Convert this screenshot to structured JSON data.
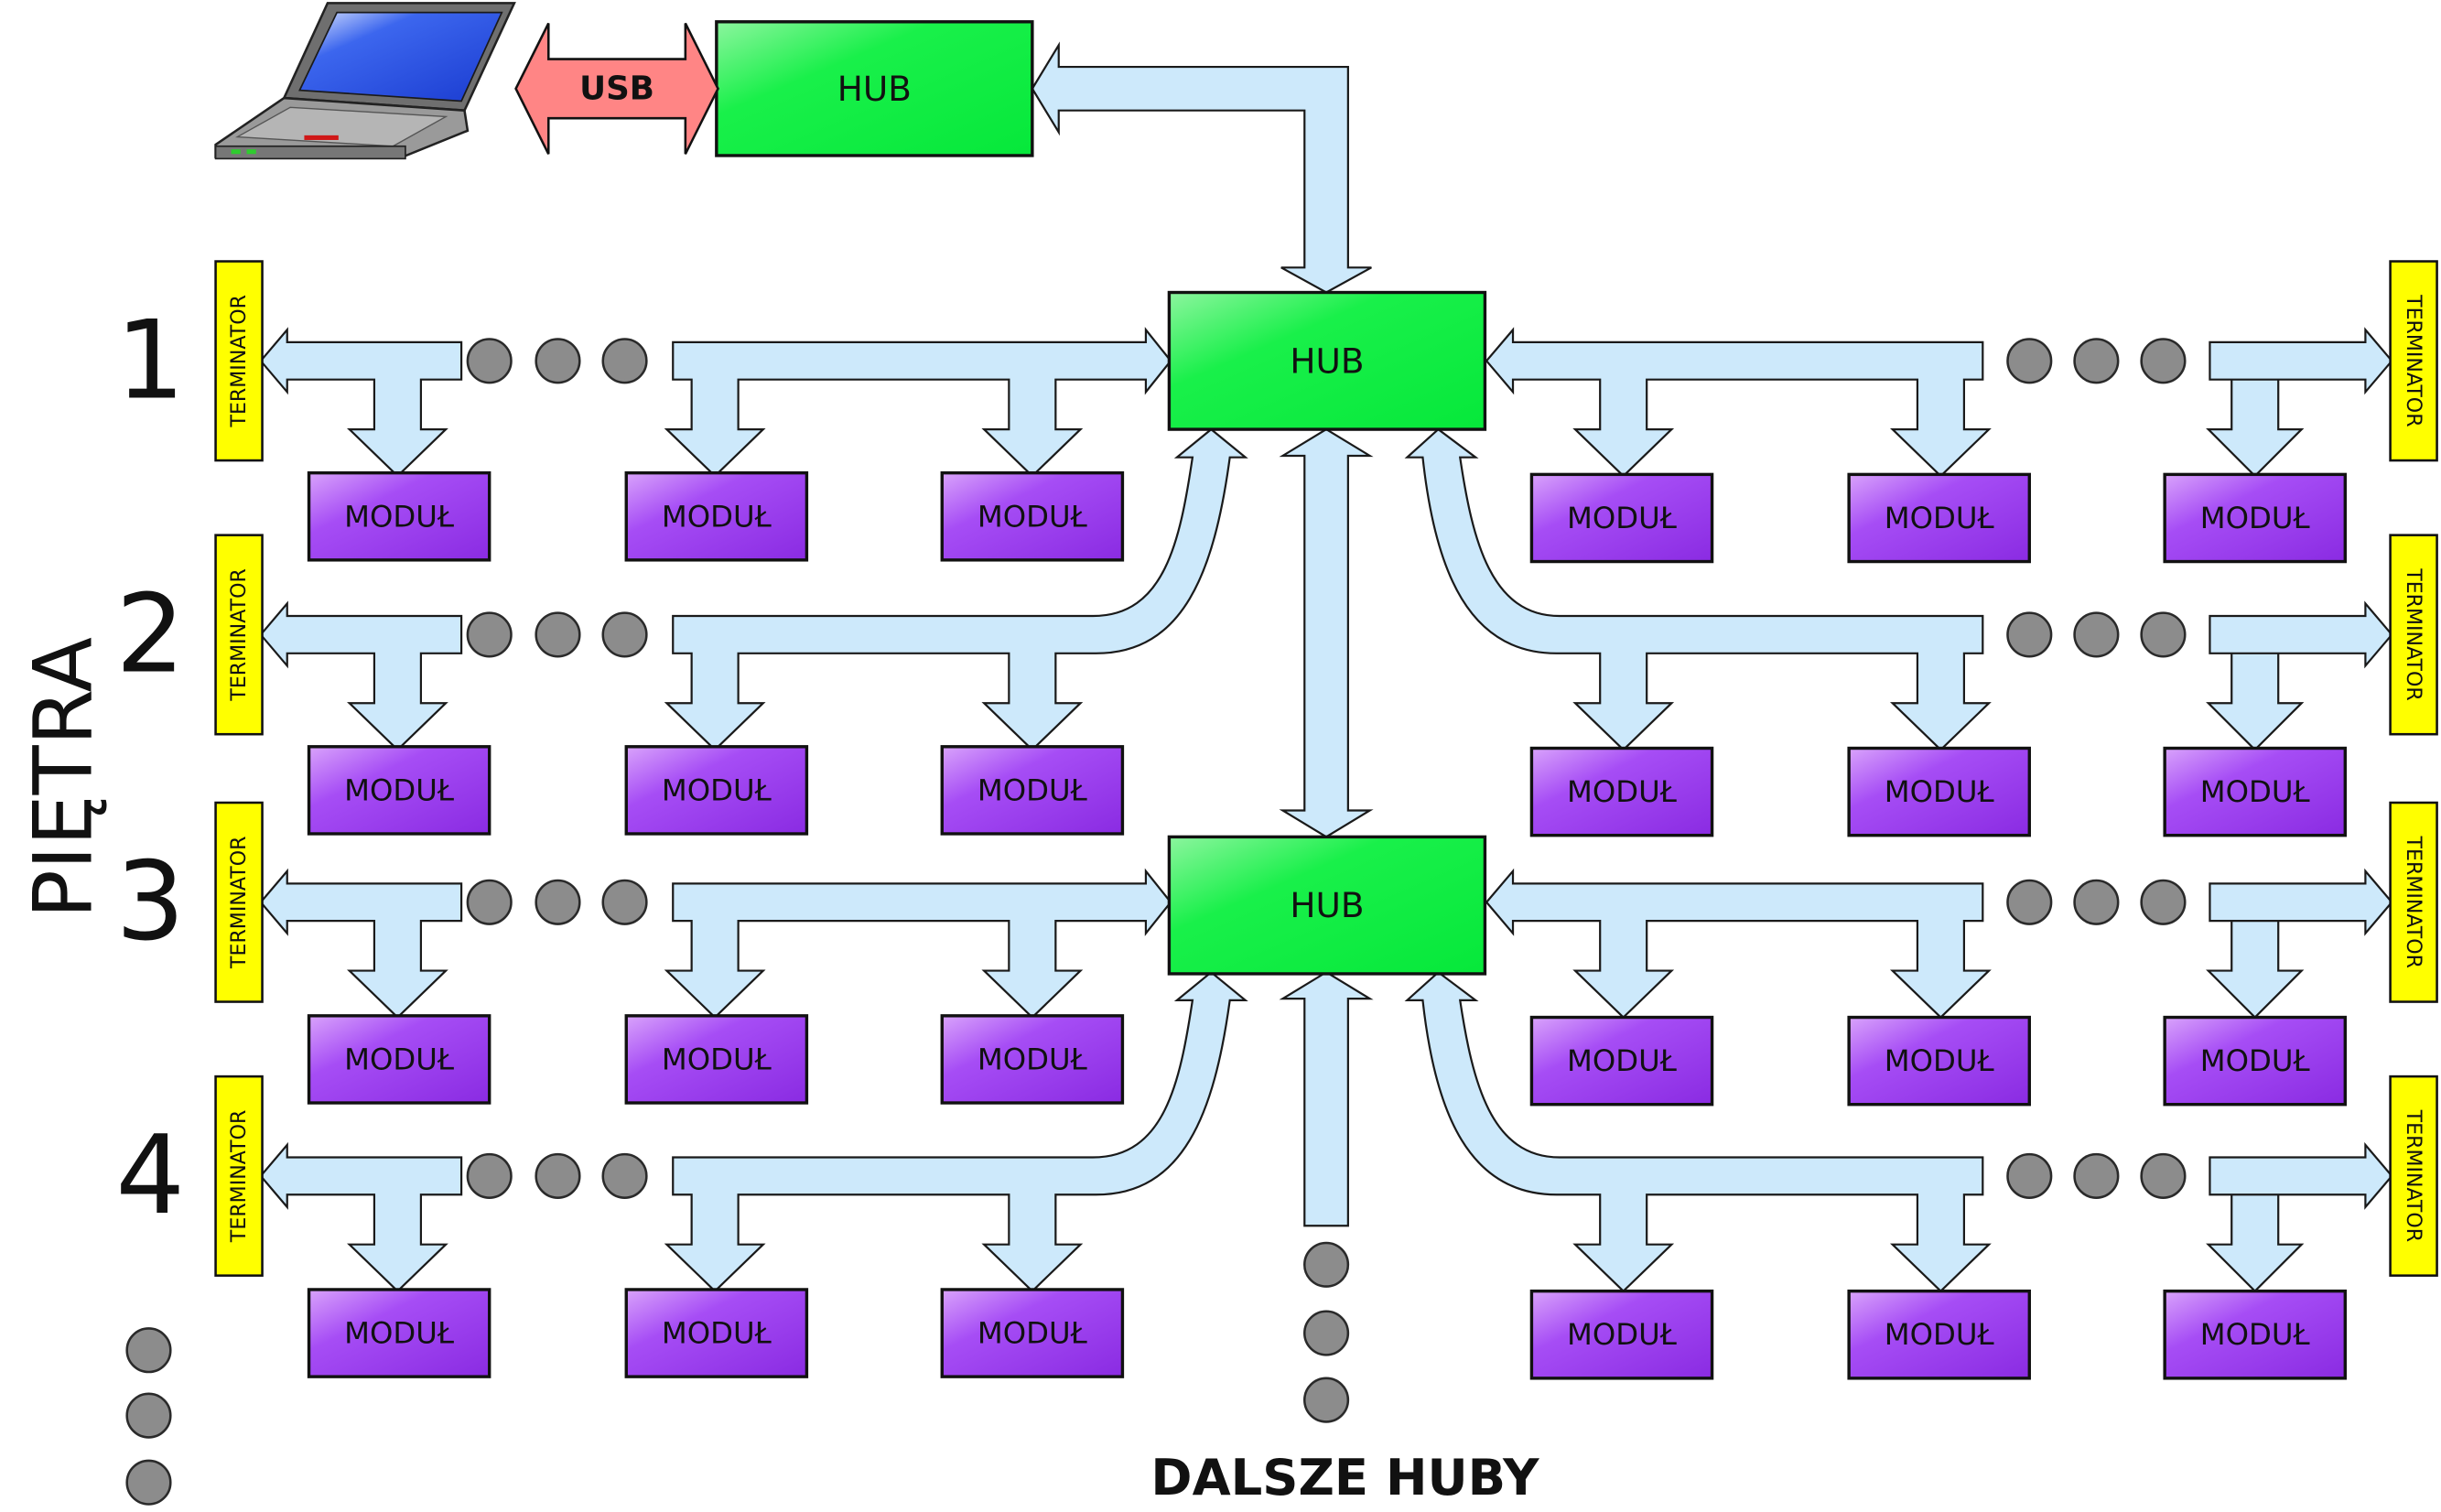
{
  "diagram": {
    "side_label": "PIĘTRA",
    "floor_numbers": [
      "1",
      "2",
      "3",
      "4"
    ],
    "hub_label": "HUB",
    "usb_label": "USB",
    "module_label": "MODUŁ",
    "terminator_label": "TERMINATOR",
    "footer_label": "DALSZE HUBY"
  },
  "colors": {
    "hub_fill": "#19f04a",
    "module_fill": "#a64df5",
    "terminator_fill": "#ffff00",
    "arrow_fill": "#cde9fb",
    "usb_fill": "#ff8585",
    "dot_fill": "#8c8c8c",
    "laptop_screen": "#2a52e0"
  }
}
